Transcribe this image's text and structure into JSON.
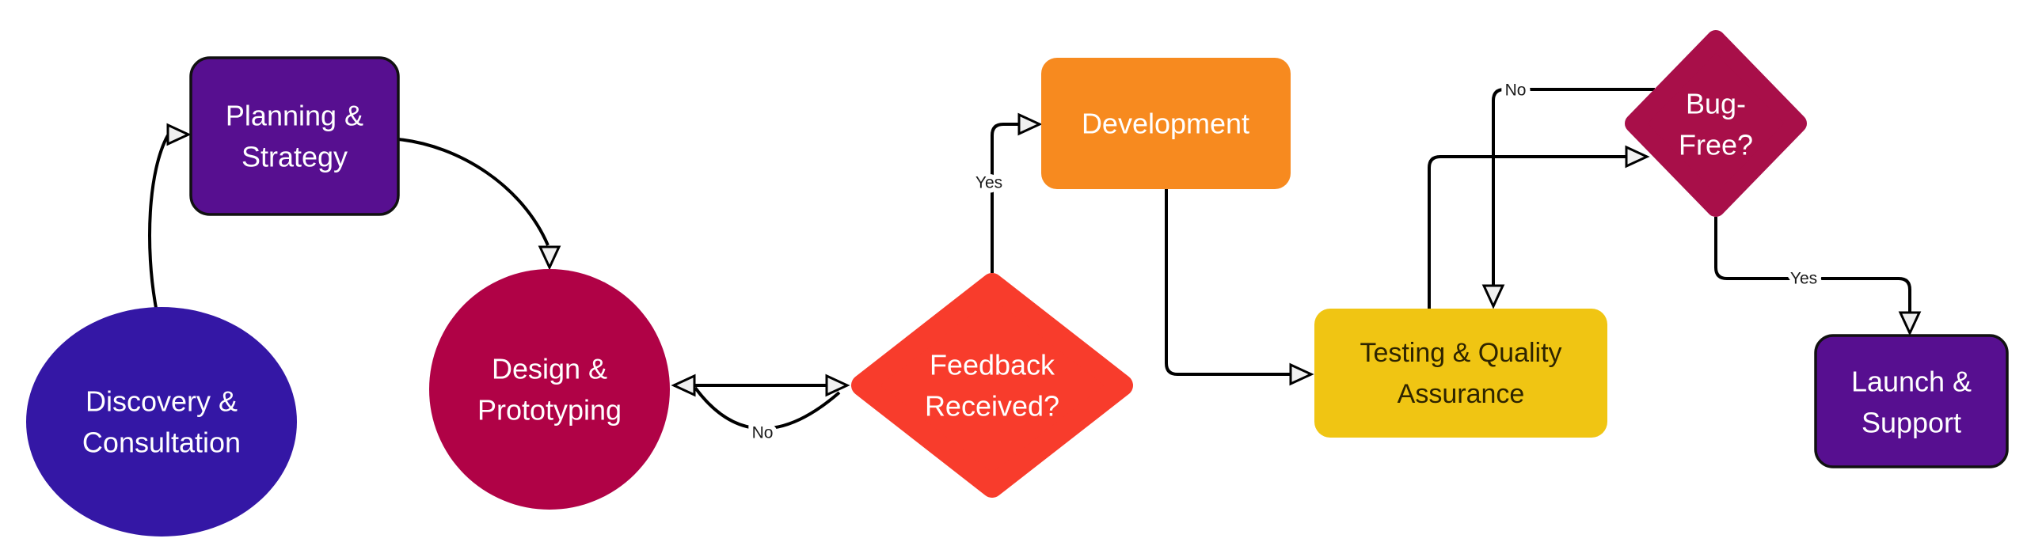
{
  "canvas": {
    "background": "#ffffff",
    "edge_color": "#000000",
    "arrowhead_fill": "#f0f0f0",
    "label_color": "#1a1a1a"
  },
  "nodes": {
    "discovery": {
      "shape": "ellipse",
      "line1": "Discovery &",
      "line2": "Consultation",
      "fill": "#3417A5",
      "text_color": "#ffffff"
    },
    "planning": {
      "shape": "rounded-rect",
      "line1": "Planning &",
      "line2": "Strategy",
      "fill": "#570F90",
      "text_color": "#ffffff",
      "border_color": "#111111"
    },
    "design": {
      "shape": "circle",
      "line1": "Design &",
      "line2": "Prototyping",
      "fill": "#B00246",
      "text_color": "#ffffff"
    },
    "feedback": {
      "shape": "diamond",
      "line1": "Feedback",
      "line2": "Received?",
      "fill": "#F83C2C",
      "text_color": "#ffffff"
    },
    "development": {
      "shape": "rounded-rect",
      "line1": "Development",
      "line2": "",
      "fill": "#F78A1F",
      "text_color": "#ffffff"
    },
    "testing": {
      "shape": "rounded-rect",
      "line1": "Testing & Quality",
      "line2": "Assurance",
      "fill": "#F0C513",
      "text_color": "#2E2400"
    },
    "bugfree": {
      "shape": "diamond",
      "line1": "Bug-",
      "line2": "Free?",
      "fill": "#A80F49",
      "text_color": "#ffffff"
    },
    "launch": {
      "shape": "rounded-rect",
      "line1": "Launch &",
      "line2": "Support",
      "fill": "#570F90",
      "text_color": "#ffffff",
      "border_color": "#111111"
    }
  },
  "edges": [
    {
      "from": "discovery",
      "to": "planning",
      "label": ""
    },
    {
      "from": "planning",
      "to": "design",
      "label": ""
    },
    {
      "from": "design",
      "to": "feedback",
      "label": ""
    },
    {
      "from": "feedback",
      "to": "design",
      "label": "No"
    },
    {
      "from": "feedback",
      "to": "development",
      "label": "Yes"
    },
    {
      "from": "development",
      "to": "testing",
      "label": ""
    },
    {
      "from": "testing",
      "to": "bugfree",
      "label": ""
    },
    {
      "from": "bugfree",
      "to": "testing",
      "label": "No"
    },
    {
      "from": "bugfree",
      "to": "launch",
      "label": "Yes"
    }
  ]
}
